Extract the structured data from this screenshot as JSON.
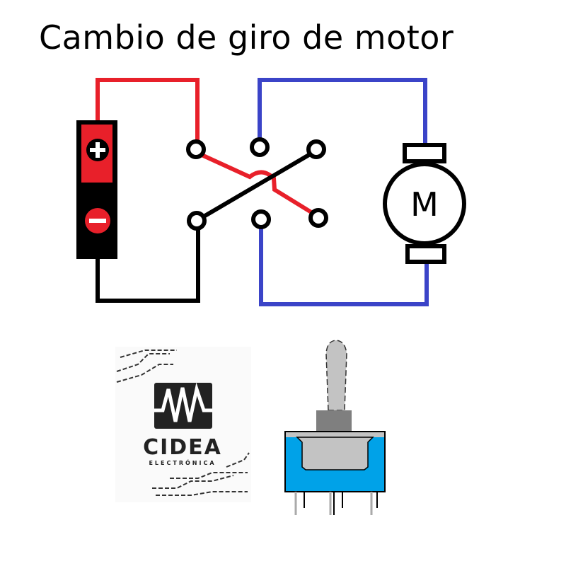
{
  "title": "Cambio de giro de motor",
  "motor": {
    "label": "M"
  },
  "battery": {
    "positive": "+",
    "negative": "−"
  },
  "logo": {
    "name": "CIDEA",
    "subtitle": "ELECTRÓNICA"
  },
  "colors": {
    "positive_wire": "#e8202a",
    "negative_wire": "#000000",
    "motor_wire": "#3b44c8",
    "switch_body": "#00a2e8",
    "switch_gray": "#c3c3c3"
  }
}
